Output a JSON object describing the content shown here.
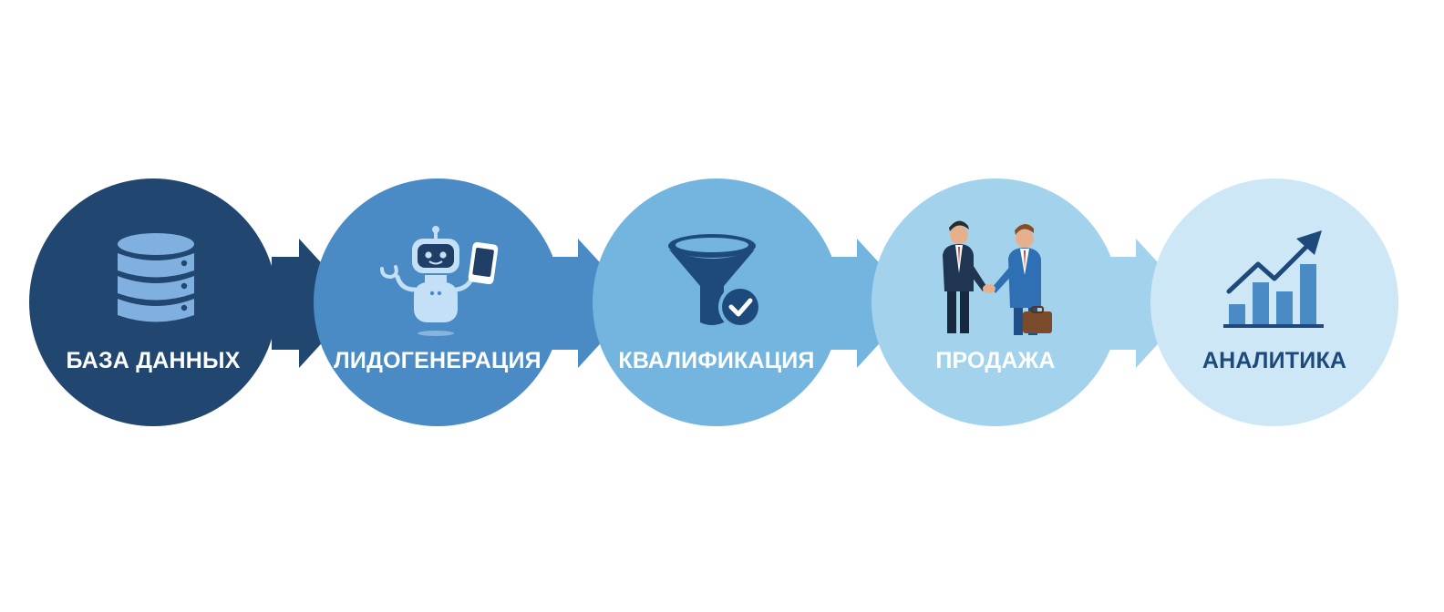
{
  "colors": {
    "background": "#ffffff",
    "stage_1": "#21466f",
    "stage_2": "#4a8bc6",
    "stage_3": "#74b5e0",
    "stage_4": "#a3d2ed",
    "stage_5": "#cde7f6",
    "label_light": "#ffffff",
    "label_dark": "#1d4a7a"
  },
  "stages": [
    {
      "label": "БАЗА ДАННЫХ",
      "icon": "database-icon"
    },
    {
      "label": "ЛИДОГЕНЕРАЦИЯ",
      "icon": "robot-with-phone-icon"
    },
    {
      "label": "КВАЛИФИКАЦИЯ",
      "icon": "funnel-check-icon"
    },
    {
      "label": "ПРОДАЖА",
      "icon": "handshake-icon"
    },
    {
      "label": "АНАЛИТИКА",
      "icon": "growth-chart-icon"
    }
  ]
}
